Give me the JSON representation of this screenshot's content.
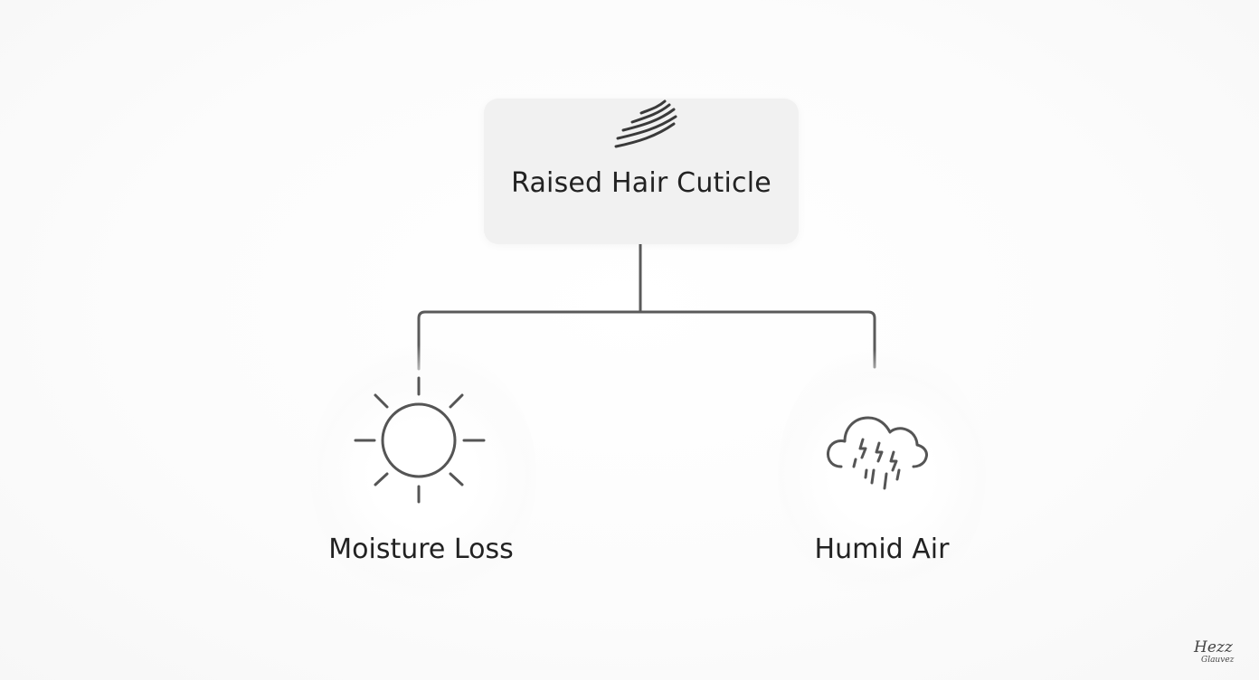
{
  "diagram": {
    "root": {
      "label": "Raised Hair Cuticle",
      "icon": "hair-strands-icon"
    },
    "children": [
      {
        "label": "Moisture Loss",
        "icon": "sun-icon"
      },
      {
        "label": "Humid Air",
        "icon": "rain-cloud-icon"
      }
    ]
  },
  "watermark": {
    "lines": [
      "Hezz",
      "Glauvez"
    ]
  },
  "colors": {
    "background": "#fbfbfb",
    "card": "#f1f1f1",
    "stroke": "#555555",
    "text": "#222222"
  }
}
